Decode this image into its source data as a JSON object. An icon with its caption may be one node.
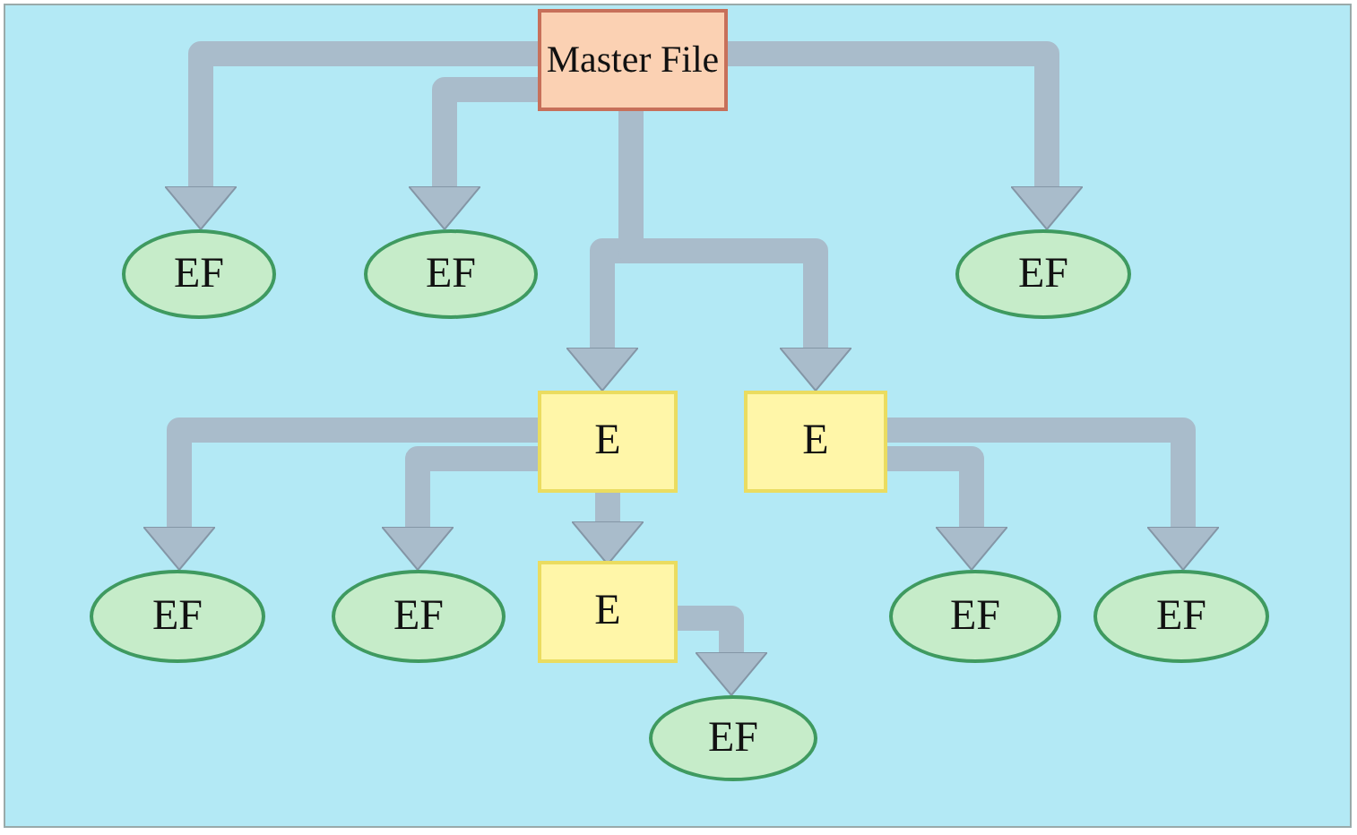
{
  "diagram": {
    "nodes": [
      {
        "text": [
          "Master File"
        ]
      },
      {
        "text": [
          "EF"
        ]
      },
      {
        "text": [
          "EF"
        ]
      },
      {
        "text": [
          "EF"
        ]
      },
      {
        "text": [
          "E"
        ]
      },
      {
        "text": [
          "E"
        ]
      },
      {
        "text": [
          "EF"
        ]
      },
      {
        "text": [
          "EF"
        ]
      },
      {
        "text": [
          "E"
        ]
      },
      {
        "text": [
          "EF"
        ]
      },
      {
        "text": [
          "EF"
        ]
      },
      {
        "text": [
          "EF"
        ]
      }
    ],
    "edges": [
      {
        "from": 0,
        "to": 1,
        "arrow": "to"
      },
      {
        "from": 0,
        "to": 2,
        "arrow": "to"
      },
      {
        "from": 0,
        "to": 3,
        "arrow": "to"
      },
      {
        "from": 0,
        "to": 4,
        "arrow": "to"
      },
      {
        "from": 0,
        "to": 5,
        "arrow": "to"
      },
      {
        "from": 4,
        "to": 6,
        "arrow": "to"
      },
      {
        "from": 4,
        "to": 7,
        "arrow": "to"
      },
      {
        "from": 4,
        "to": 8,
        "arrow": "to"
      },
      {
        "from": 5,
        "to": 9,
        "arrow": "to"
      },
      {
        "from": 5,
        "to": 10,
        "arrow": "to"
      },
      {
        "from": 8,
        "to": 11,
        "arrow": "to"
      }
    ]
  }
}
